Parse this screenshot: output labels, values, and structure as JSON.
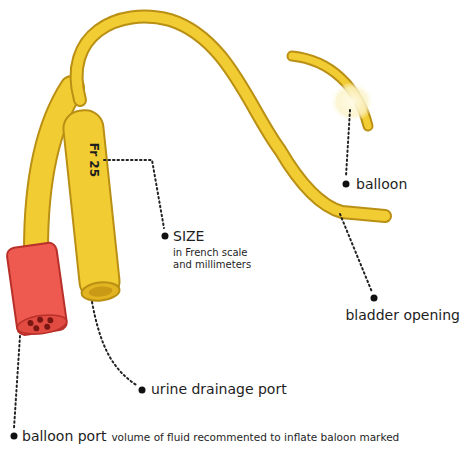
{
  "diagram": {
    "labels": [
      "Fr 25",
      "SIZE",
      "in French scale and millimeters",
      "balloon",
      "bladder opening",
      "urine drainage port",
      "balloon port",
      "volume of fluid recommented to inflate baloon marked"
    ]
  }
}
